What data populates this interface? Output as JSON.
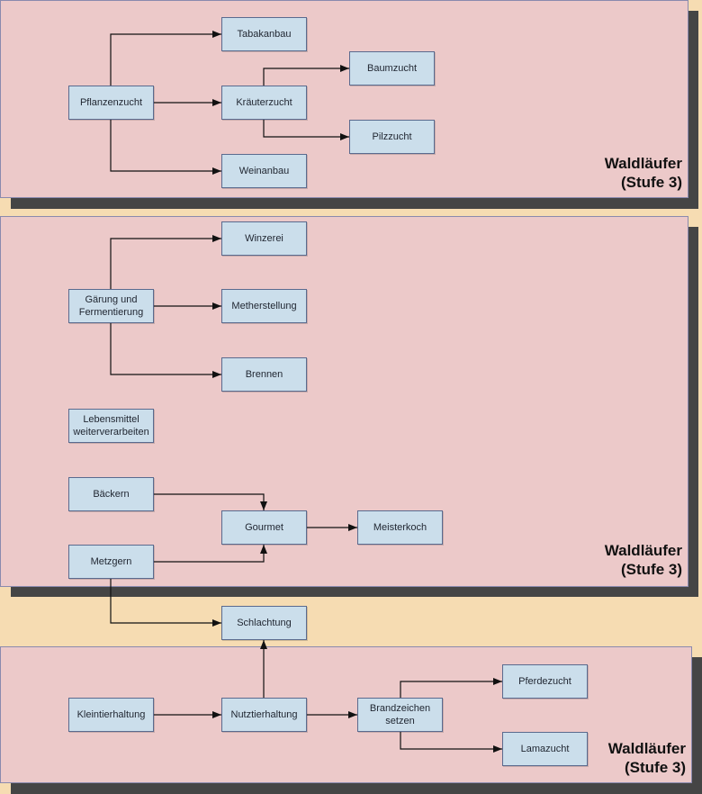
{
  "colors": {
    "background": "#f6dcb2",
    "panel": "#ecc9c9",
    "panel_shadow": "#454545",
    "node_fill": "#cbdeeb",
    "node_border": "#5a6a8e"
  },
  "panels": [
    {
      "title": "Waldläufer\n(Stufe 3)"
    },
    {
      "title": "Waldläufer\n(Stufe 3)"
    },
    {
      "title": "Waldläufer\n(Stufe 3)"
    }
  ],
  "nodes": {
    "tabakanbau": "Tabakanbau",
    "pflanzenzucht": "Pflanzenzucht",
    "kraeuterzucht": "Kräuterzucht",
    "baumzucht": "Baumzucht",
    "pilzzucht": "Pilzzucht",
    "weinanbau": "Weinanbau",
    "winzerei": "Winzerei",
    "gaerung": "Gärung und\nFermentierung",
    "metherstellung": "Metherstellung",
    "brennen": "Brennen",
    "lebensmittel": "Lebensmittel\nweiterverarbeiten",
    "baeckern": "Bäckern",
    "gourmet": "Gourmet",
    "meisterkoch": "Meisterkoch",
    "metzgern": "Metzgern",
    "schlachtung": "Schlachtung",
    "kleintierhaltung": "Kleintierhaltung",
    "nutztierhaltung": "Nutztierhaltung",
    "brandzeichen": "Brandzeichen\nsetzen",
    "pferdezucht": "Pferdezucht",
    "lamazucht": "Lamazucht"
  },
  "edges": [
    [
      "pflanzenzucht",
      "tabakanbau"
    ],
    [
      "pflanzenzucht",
      "kraeuterzucht"
    ],
    [
      "pflanzenzucht",
      "weinanbau"
    ],
    [
      "kraeuterzucht",
      "baumzucht"
    ],
    [
      "kraeuterzucht",
      "pilzzucht"
    ],
    [
      "gaerung",
      "winzerei"
    ],
    [
      "gaerung",
      "metherstellung"
    ],
    [
      "gaerung",
      "brennen"
    ],
    [
      "baeckern",
      "gourmet"
    ],
    [
      "metzgern",
      "gourmet"
    ],
    [
      "gourmet",
      "meisterkoch"
    ],
    [
      "metzgern",
      "schlachtung"
    ],
    [
      "nutztierhaltung",
      "schlachtung"
    ],
    [
      "kleintierhaltung",
      "nutztierhaltung"
    ],
    [
      "nutztierhaltung",
      "brandzeichen"
    ],
    [
      "brandzeichen",
      "pferdezucht"
    ],
    [
      "brandzeichen",
      "lamazucht"
    ]
  ]
}
